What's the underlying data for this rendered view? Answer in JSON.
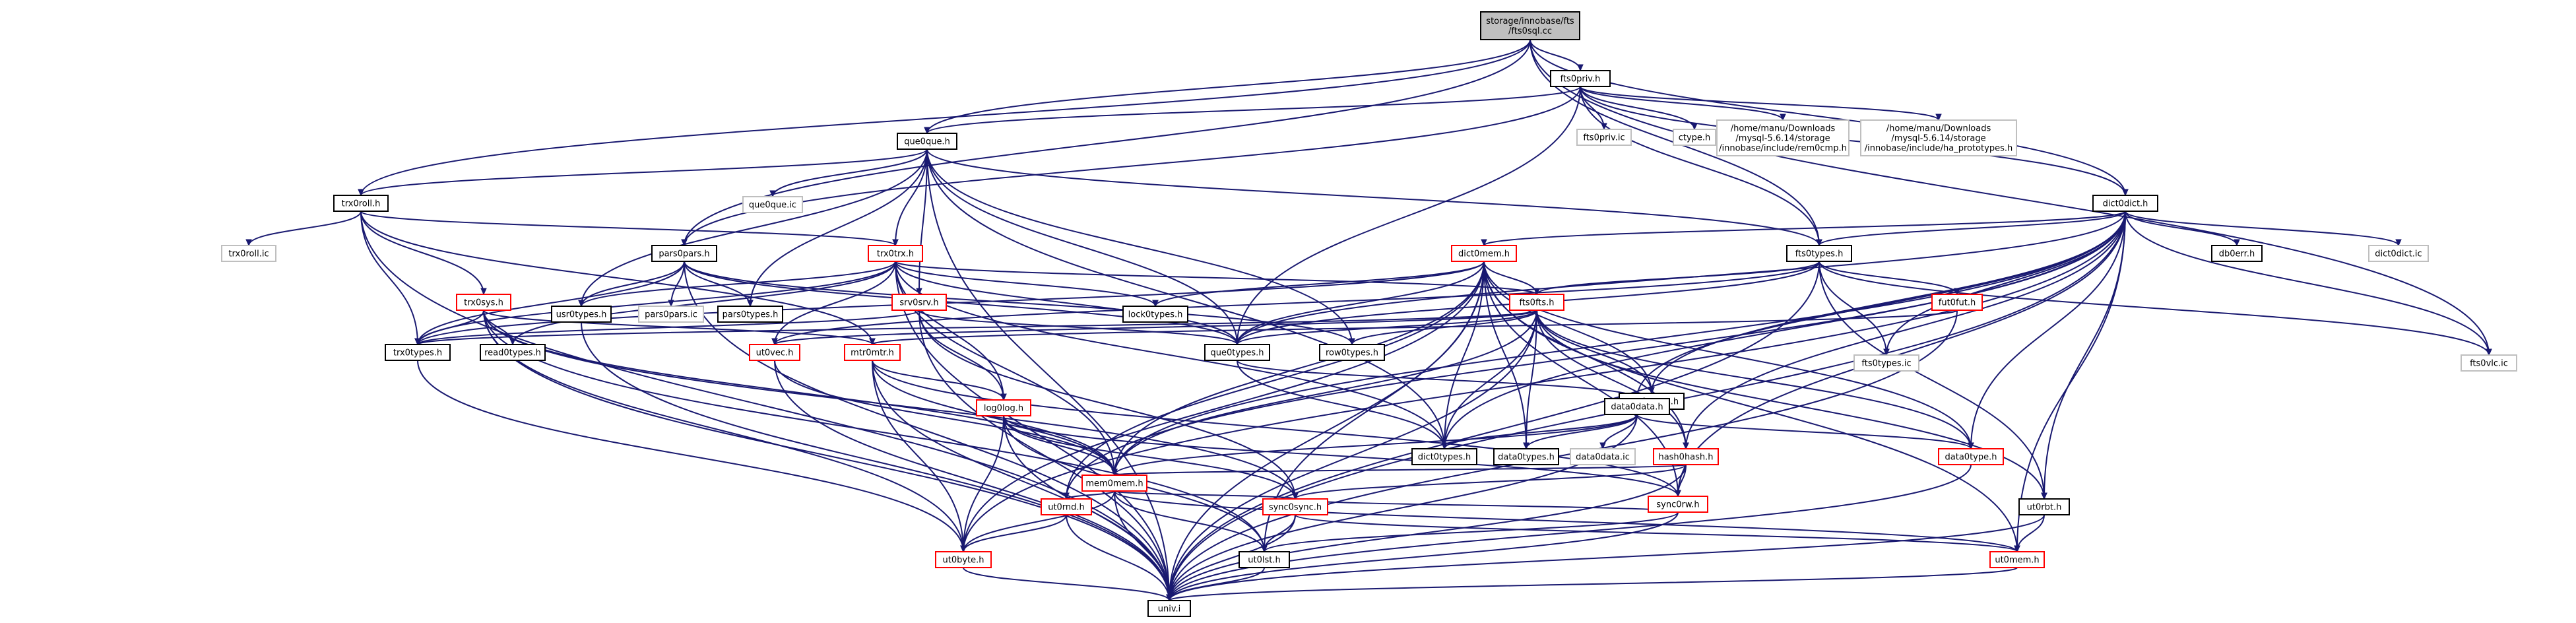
{
  "title": "storage/innobase/fts/fts0sql.cc",
  "colors": {
    "edge": "#191970",
    "root_fill": "#bfbfbf",
    "border_black": "#000000",
    "border_red": "#ff0000",
    "border_gray": "#bfbfbf"
  },
  "nodes": [
    {
      "id": "root",
      "label": [
        "storage/innobase/fts",
        "/fts0sql.cc"
      ],
      "style": "root",
      "interactable": false
    },
    {
      "id": "fts0priv_h",
      "label": [
        "fts0priv.h"
      ],
      "style": "black",
      "interactable": true
    },
    {
      "id": "que0que_h",
      "label": [
        "que0que.h"
      ],
      "style": "black",
      "interactable": true
    },
    {
      "id": "fts0priv_ic",
      "label": [
        "fts0priv.ic"
      ],
      "style": "gray",
      "interactable": false
    },
    {
      "id": "ctype_h",
      "label": [
        "ctype.h"
      ],
      "style": "gray",
      "interactable": false
    },
    {
      "id": "rem0cmp_h",
      "label": [
        "/home/manu/Downloads",
        "/mysql-5.6.14/storage",
        "/innobase/include/rem0cmp.h"
      ],
      "style": "gray",
      "interactable": false
    },
    {
      "id": "ha_prototypes_h",
      "label": [
        "/home/manu/Downloads",
        "/mysql-5.6.14/storage",
        "/innobase/include/ha_prototypes.h"
      ],
      "style": "gray",
      "interactable": false
    },
    {
      "id": "dict0dict_h",
      "label": [
        "dict0dict.h"
      ],
      "style": "black",
      "interactable": true
    },
    {
      "id": "trx0roll_h",
      "label": [
        "trx0roll.h"
      ],
      "style": "black",
      "interactable": true
    },
    {
      "id": "que0que_ic",
      "label": [
        "que0que.ic"
      ],
      "style": "gray",
      "interactable": false
    },
    {
      "id": "trx0roll_ic",
      "label": [
        "trx0roll.ic"
      ],
      "style": "gray",
      "interactable": false
    },
    {
      "id": "pars0pars_h",
      "label": [
        "pars0pars.h"
      ],
      "style": "black",
      "interactable": true
    },
    {
      "id": "trx0trx_h",
      "label": [
        "trx0trx.h"
      ],
      "style": "red",
      "interactable": true
    },
    {
      "id": "dict0mem_h",
      "label": [
        "dict0mem.h"
      ],
      "style": "red",
      "interactable": true
    },
    {
      "id": "fts0types_h",
      "label": [
        "fts0types.h"
      ],
      "style": "black",
      "interactable": true
    },
    {
      "id": "db0err_h",
      "label": [
        "db0err.h"
      ],
      "style": "black",
      "interactable": true
    },
    {
      "id": "dict0dict_ic",
      "label": [
        "dict0dict.ic"
      ],
      "style": "gray",
      "interactable": false
    },
    {
      "id": "usr0types_h",
      "label": [
        "usr0types.h"
      ],
      "style": "black",
      "interactable": true
    },
    {
      "id": "pars0pars_ic",
      "label": [
        "pars0pars.ic"
      ],
      "style": "gray",
      "interactable": false
    },
    {
      "id": "pars0types_h",
      "label": [
        "pars0types.h"
      ],
      "style": "black",
      "interactable": true
    },
    {
      "id": "trx0sys_h",
      "label": [
        "trx0sys.h"
      ],
      "style": "red",
      "interactable": true
    },
    {
      "id": "srv0srv_h",
      "label": [
        "srv0srv.h"
      ],
      "style": "red",
      "interactable": true
    },
    {
      "id": "lock0types_h",
      "label": [
        "lock0types.h"
      ],
      "style": "black",
      "interactable": true
    },
    {
      "id": "fts0fts_h",
      "label": [
        "fts0fts.h"
      ],
      "style": "red",
      "interactable": true
    },
    {
      "id": "fut0fut_h",
      "label": [
        "fut0fut.h"
      ],
      "style": "red",
      "interactable": true
    },
    {
      "id": "fts0types_ic",
      "label": [
        "fts0types.ic"
      ],
      "style": "gray",
      "interactable": false
    },
    {
      "id": "fts0vlc_ic",
      "label": [
        "fts0vlc.ic"
      ],
      "style": "gray",
      "interactable": false
    },
    {
      "id": "trx0types_h",
      "label": [
        "trx0types.h"
      ],
      "style": "black",
      "interactable": true
    },
    {
      "id": "read0types_h",
      "label": [
        "read0types.h"
      ],
      "style": "black",
      "interactable": true
    },
    {
      "id": "ut0vec_h",
      "label": [
        "ut0vec.h"
      ],
      "style": "red",
      "interactable": true
    },
    {
      "id": "mtr0mtr_h",
      "label": [
        "mtr0mtr.h"
      ],
      "style": "red",
      "interactable": true
    },
    {
      "id": "que0types_h",
      "label": [
        "que0types.h"
      ],
      "style": "black",
      "interactable": true
    },
    {
      "id": "row0types_h",
      "label": [
        "row0types.h"
      ],
      "style": "black",
      "interactable": true
    },
    {
      "id": "rem0types_h",
      "label": [
        "rem0types.h"
      ],
      "style": "black",
      "interactable": true
    },
    {
      "id": "log0log_h",
      "label": [
        "log0log.h"
      ],
      "style": "red",
      "interactable": true
    },
    {
      "id": "data0data_h",
      "label": [
        "data0data.h"
      ],
      "style": "black",
      "interactable": true
    },
    {
      "id": "hash0hash_h",
      "label": [
        "hash0hash.h"
      ],
      "style": "red",
      "interactable": true
    },
    {
      "id": "dict0types_h",
      "label": [
        "dict0types.h"
      ],
      "style": "black",
      "interactable": true
    },
    {
      "id": "data0types_h",
      "label": [
        "data0types.h"
      ],
      "style": "black",
      "interactable": true
    },
    {
      "id": "data0data_ic",
      "label": [
        "data0data.ic"
      ],
      "style": "gray",
      "interactable": false
    },
    {
      "id": "sync0rw_h",
      "label": [
        "sync0rw.h"
      ],
      "style": "red",
      "interactable": true
    },
    {
      "id": "data0type_h",
      "label": [
        "data0type.h"
      ],
      "style": "red",
      "interactable": true
    },
    {
      "id": "mem0mem_h",
      "label": [
        "mem0mem.h"
      ],
      "style": "red",
      "interactable": true
    },
    {
      "id": "ut0rbt_h",
      "label": [
        "ut0rbt.h"
      ],
      "style": "black",
      "interactable": true
    },
    {
      "id": "ut0rnd_h",
      "label": [
        "ut0rnd.h"
      ],
      "style": "red",
      "interactable": true
    },
    {
      "id": "sync0sync_h",
      "label": [
        "sync0sync.h"
      ],
      "style": "red",
      "interactable": true
    },
    {
      "id": "ut0byte_h",
      "label": [
        "ut0byte.h"
      ],
      "style": "red",
      "interactable": true
    },
    {
      "id": "ut0lst_h",
      "label": [
        "ut0lst.h"
      ],
      "style": "black",
      "interactable": true
    },
    {
      "id": "ut0mem_h",
      "label": [
        "ut0mem.h"
      ],
      "style": "red",
      "interactable": true
    },
    {
      "id": "univ_i",
      "label": [
        "univ.i"
      ],
      "style": "black",
      "interactable": true
    }
  ],
  "edges": [
    [
      "root",
      "fts0priv_h"
    ],
    [
      "root",
      "que0que_h"
    ],
    [
      "root",
      "dict0dict_h"
    ],
    [
      "root",
      "trx0roll_h"
    ],
    [
      "root",
      "pars0pars_h"
    ],
    [
      "root",
      "fts0types_h"
    ],
    [
      "root",
      "fts0vlc_ic"
    ],
    [
      "fts0priv_h",
      "que0que_h"
    ],
    [
      "fts0priv_h",
      "fts0priv_ic"
    ],
    [
      "fts0priv_h",
      "ctype_h"
    ],
    [
      "fts0priv_h",
      "rem0cmp_h"
    ],
    [
      "fts0priv_h",
      "ha_prototypes_h"
    ],
    [
      "fts0priv_h",
      "dict0dict_h"
    ],
    [
      "fts0priv_h",
      "fts0types_h"
    ],
    [
      "fts0priv_h",
      "pars0pars_h"
    ],
    [
      "fts0priv_h",
      "que0types_h"
    ],
    [
      "que0que_h",
      "que0que_ic"
    ],
    [
      "que0que_h",
      "trx0roll_h"
    ],
    [
      "que0que_h",
      "trx0trx_h"
    ],
    [
      "que0que_h",
      "srv0srv_h"
    ],
    [
      "que0que_h",
      "usr0types_h"
    ],
    [
      "que0que_h",
      "pars0types_h"
    ],
    [
      "que0que_h",
      "que0types_h"
    ],
    [
      "que0que_h",
      "row0types_h"
    ],
    [
      "que0que_h",
      "dict0types_h"
    ],
    [
      "que0que_h",
      "fts0types_h"
    ],
    [
      "que0que_h",
      "univ_i"
    ],
    [
      "trx0roll_h",
      "trx0roll_ic"
    ],
    [
      "trx0roll_h",
      "trx0trx_h"
    ],
    [
      "trx0roll_h",
      "trx0sys_h"
    ],
    [
      "trx0roll_h",
      "trx0types_h"
    ],
    [
      "trx0roll_h",
      "mtr0mtr_h"
    ],
    [
      "trx0roll_h",
      "univ_i"
    ],
    [
      "pars0pars_h",
      "pars0pars_ic"
    ],
    [
      "pars0pars_h",
      "pars0types_h"
    ],
    [
      "pars0pars_h",
      "usr0types_h"
    ],
    [
      "pars0pars_h",
      "trx0types_h"
    ],
    [
      "pars0pars_h",
      "que0types_h"
    ],
    [
      "pars0pars_h",
      "row0types_h"
    ],
    [
      "pars0pars_h",
      "univ_i"
    ],
    [
      "trx0trx_h",
      "lock0types_h"
    ],
    [
      "trx0trx_h",
      "usr0types_h"
    ],
    [
      "trx0trx_h",
      "trx0types_h"
    ],
    [
      "trx0trx_h",
      "ut0vec_h"
    ],
    [
      "trx0trx_h",
      "log0log_h"
    ],
    [
      "trx0trx_h",
      "que0types_h"
    ],
    [
      "trx0trx_h",
      "mem0mem_h"
    ],
    [
      "trx0trx_h",
      "read0types_h"
    ],
    [
      "trx0trx_h",
      "dict0types_h"
    ],
    [
      "trx0trx_h",
      "fts0fts_h"
    ],
    [
      "trx0trx_h",
      "univ_i"
    ],
    [
      "trx0sys_h",
      "trx0types_h"
    ],
    [
      "trx0sys_h",
      "read0types_h"
    ],
    [
      "trx0sys_h",
      "mtr0mtr_h"
    ],
    [
      "trx0sys_h",
      "mem0mem_h"
    ],
    [
      "trx0sys_h",
      "sync0sync_h"
    ],
    [
      "trx0sys_h",
      "ut0byte_h"
    ],
    [
      "trx0sys_h",
      "ut0lst_h"
    ],
    [
      "trx0sys_h",
      "univ_i"
    ],
    [
      "srv0srv_h",
      "que0types_h"
    ],
    [
      "srv0srv_h",
      "trx0types_h"
    ],
    [
      "srv0srv_h",
      "log0log_h"
    ],
    [
      "srv0srv_h",
      "sync0sync_h"
    ],
    [
      "srv0srv_h",
      "univ_i"
    ],
    [
      "dict0dict_h",
      "dict0mem_h"
    ],
    [
      "dict0dict_h",
      "db0err_h"
    ],
    [
      "dict0dict_h",
      "dict0dict_ic"
    ],
    [
      "dict0dict_h",
      "fts0types_h"
    ],
    [
      "dict0dict_h",
      "data0type_h"
    ],
    [
      "dict0dict_h",
      "data0data_h"
    ],
    [
      "dict0dict_h",
      "hash0hash_h"
    ],
    [
      "dict0dict_h",
      "rem0types_h"
    ],
    [
      "dict0dict_h",
      "ut0rnd_h"
    ],
    [
      "dict0dict_h",
      "ut0byte_h"
    ],
    [
      "dict0dict_h",
      "ut0mem_h"
    ],
    [
      "dict0dict_h",
      "ut0rbt_h"
    ],
    [
      "dict0dict_h",
      "sync0rw_h"
    ],
    [
      "dict0dict_h",
      "mem0mem_h"
    ],
    [
      "dict0dict_h",
      "dict0types_h"
    ],
    [
      "dict0dict_h",
      "que0types_h"
    ],
    [
      "dict0dict_h",
      "univ_i"
    ],
    [
      "dict0dict_h",
      "fts0vlc_ic"
    ],
    [
      "dict0dict_h",
      "fts0types_ic"
    ],
    [
      "dict0mem_h",
      "fts0fts_h"
    ],
    [
      "dict0mem_h",
      "lock0types_h"
    ],
    [
      "dict0mem_h",
      "que0types_h"
    ],
    [
      "dict0mem_h",
      "rem0types_h"
    ],
    [
      "dict0mem_h",
      "hash0hash_h"
    ],
    [
      "dict0mem_h",
      "sync0rw_h"
    ],
    [
      "dict0mem_h",
      "data0type_h"
    ],
    [
      "dict0mem_h",
      "mem0mem_h"
    ],
    [
      "dict0mem_h",
      "ut0rnd_h"
    ],
    [
      "dict0mem_h",
      "ut0byte_h"
    ],
    [
      "dict0mem_h",
      "ut0lst_h"
    ],
    [
      "dict0mem_h",
      "ut0mem_h"
    ],
    [
      "dict0mem_h",
      "dict0types_h"
    ],
    [
      "dict0mem_h",
      "trx0types_h"
    ],
    [
      "dict0mem_h",
      "data0types_h"
    ],
    [
      "dict0mem_h",
      "univ_i"
    ],
    [
      "fts0types_h",
      "fts0fts_h"
    ],
    [
      "fts0types_h",
      "fut0fut_h"
    ],
    [
      "fts0types_h",
      "fts0types_ic"
    ],
    [
      "fts0types_h",
      "fts0vlc_ic"
    ],
    [
      "fts0types_h",
      "ut0rbt_h"
    ],
    [
      "fts0types_h",
      "que0types_h"
    ],
    [
      "fts0types_h",
      "ut0vec_h"
    ],
    [
      "fts0types_h",
      "univ_i"
    ],
    [
      "fts0fts_h",
      "data0type_h"
    ],
    [
      "fts0fts_h",
      "data0types_h"
    ],
    [
      "fts0fts_h",
      "dict0types_h"
    ],
    [
      "fts0fts_h",
      "hash0hash_h"
    ],
    [
      "fts0fts_h",
      "mem0mem_h"
    ],
    [
      "fts0fts_h",
      "rem0types_h"
    ],
    [
      "fts0fts_h",
      "row0types_h"
    ],
    [
      "fts0fts_h",
      "trx0types_h"
    ],
    [
      "fts0fts_h",
      "ut0rbt_h"
    ],
    [
      "fts0fts_h",
      "ut0vec_h"
    ],
    [
      "fts0fts_h",
      "que0types_h"
    ],
    [
      "fts0fts_h",
      "univ_i"
    ],
    [
      "fut0fut_h",
      "mtr0mtr_h"
    ],
    [
      "fut0fut_h",
      "univ_i"
    ],
    [
      "ut0vec_h",
      "mem0mem_h"
    ],
    [
      "ut0vec_h",
      "univ_i"
    ],
    [
      "mtr0mtr_h",
      "log0log_h"
    ],
    [
      "mtr0mtr_h",
      "mem0mem_h"
    ],
    [
      "mtr0mtr_h",
      "sync0rw_h"
    ],
    [
      "mtr0mtr_h",
      "ut0byte_h"
    ],
    [
      "mtr0mtr_h",
      "univ_i"
    ],
    [
      "log0log_h",
      "mem0mem_h"
    ],
    [
      "log0log_h",
      "sync0sync_h"
    ],
    [
      "log0log_h",
      "sync0rw_h"
    ],
    [
      "log0log_h",
      "ut0byte_h"
    ],
    [
      "log0log_h",
      "ut0lst_h"
    ],
    [
      "log0log_h",
      "univ_i"
    ],
    [
      "que0types_h",
      "data0data_h"
    ],
    [
      "que0types_h",
      "dict0types_h"
    ],
    [
      "data0data_h",
      "data0types_h"
    ],
    [
      "data0data_h",
      "data0type_h"
    ],
    [
      "data0data_h",
      "mem0mem_h"
    ],
    [
      "data0data_h",
      "dict0types_h"
    ],
    [
      "data0data_h",
      "data0data_ic"
    ],
    [
      "data0data_h",
      "univ_i"
    ],
    [
      "hash0hash_h",
      "mem0mem_h"
    ],
    [
      "hash0hash_h",
      "sync0sync_h"
    ],
    [
      "hash0hash_h",
      "sync0rw_h"
    ],
    [
      "hash0hash_h",
      "univ_i"
    ],
    [
      "sync0rw_h",
      "sync0sync_h"
    ],
    [
      "sync0rw_h",
      "ut0lst_h"
    ],
    [
      "sync0rw_h",
      "univ_i"
    ],
    [
      "data0type_h",
      "univ_i"
    ],
    [
      "mem0mem_h",
      "ut0mem_h"
    ],
    [
      "mem0mem_h",
      "ut0byte_h"
    ],
    [
      "mem0mem_h",
      "ut0rnd_h"
    ],
    [
      "mem0mem_h",
      "sync0sync_h"
    ],
    [
      "mem0mem_h",
      "ut0lst_h"
    ],
    [
      "mem0mem_h",
      "univ_i"
    ],
    [
      "ut0rbt_h",
      "ut0mem_h"
    ],
    [
      "ut0rbt_h",
      "univ_i"
    ],
    [
      "ut0rnd_h",
      "ut0byte_h"
    ],
    [
      "ut0rnd_h",
      "univ_i"
    ],
    [
      "sync0sync_h",
      "ut0mem_h"
    ],
    [
      "sync0sync_h",
      "ut0lst_h"
    ],
    [
      "sync0sync_h",
      "univ_i"
    ],
    [
      "ut0byte_h",
      "univ_i"
    ],
    [
      "ut0lst_h",
      "univ_i"
    ],
    [
      "ut0mem_h",
      "univ_i"
    ],
    [
      "trx0types_h",
      "ut0byte_h"
    ],
    [
      "usr0types_h",
      "univ_i"
    ]
  ]
}
